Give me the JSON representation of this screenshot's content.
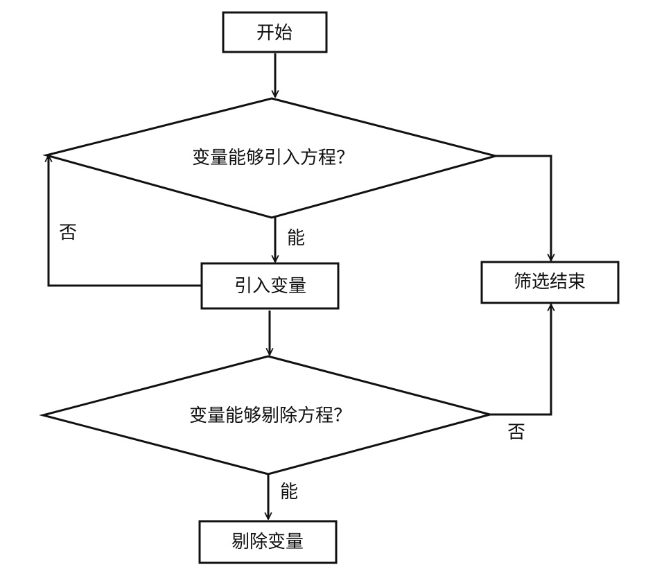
{
  "nodes": {
    "start": "开始",
    "decision_introduce": "变量能够引入方程？",
    "introduce_variable": "引入变量",
    "decision_remove": "变量能够剔除方程？",
    "remove_variable": "剔除变量",
    "end": "筛选结束"
  },
  "edge_labels": {
    "introduce_no": "否",
    "introduce_yes": "能",
    "remove_no": "否",
    "remove_yes": "能"
  },
  "colors": {
    "line": "#111111",
    "fill": "#ffffff",
    "text": "#111111"
  }
}
